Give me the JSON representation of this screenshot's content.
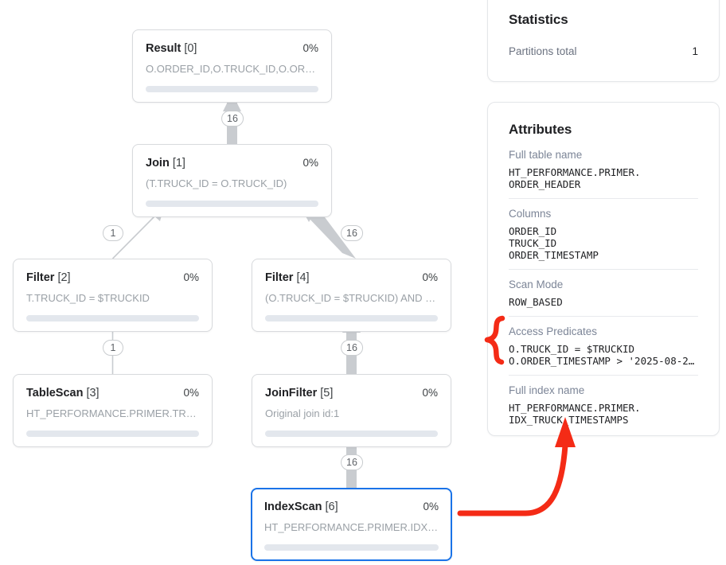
{
  "graph": {
    "nodes": [
      {
        "id": "result",
        "title": "Result",
        "index": "[0]",
        "pct": "0%",
        "sub": "O.ORDER_ID,O.TRUCK_ID,O.ORDER_TIM…",
        "selected": false
      },
      {
        "id": "join",
        "title": "Join",
        "index": "[1]",
        "pct": "0%",
        "sub": "(T.TRUCK_ID = O.TRUCK_ID)",
        "selected": false
      },
      {
        "id": "filter2",
        "title": "Filter",
        "index": "[2]",
        "pct": "0%",
        "sub": "T.TRUCK_ID = $TRUCKID",
        "selected": false
      },
      {
        "id": "filter4",
        "title": "Filter",
        "index": "[4]",
        "pct": "0%",
        "sub": "(O.TRUCK_ID = $TRUCKID) AND (O.ORD…",
        "selected": false
      },
      {
        "id": "tablescan",
        "title": "TableScan",
        "index": "[3]",
        "pct": "0%",
        "sub": "HT_PERFORMANCE.PRIMER.TRUCK",
        "selected": false
      },
      {
        "id": "joinfilter",
        "title": "JoinFilter",
        "index": "[5]",
        "pct": "0%",
        "sub": "Original join id:1",
        "selected": false
      },
      {
        "id": "indexscan",
        "title": "IndexScan",
        "index": "[6]",
        "pct": "0%",
        "sub": "HT_PERFORMANCE.PRIMER.IDX_TRUCK…",
        "selected": true
      }
    ],
    "edge_labels": [
      {
        "id": "e-join-result",
        "value": "16"
      },
      {
        "id": "e-filter2-join",
        "value": "1"
      },
      {
        "id": "e-filter4-join",
        "value": "16"
      },
      {
        "id": "e-tablescan-filter2",
        "value": "1"
      },
      {
        "id": "e-joinfilter-filter4",
        "value": "16"
      },
      {
        "id": "e-indexscan-joinfilter",
        "value": "16"
      }
    ]
  },
  "sidebar": {
    "statistics": {
      "title": "Statistics",
      "rows": [
        {
          "label": "Partitions total",
          "value": "1"
        }
      ]
    },
    "attributes": {
      "title": "Attributes",
      "items": [
        {
          "label": "Full table name",
          "value": "HT_PERFORMANCE.PRIMER.\nORDER_HEADER"
        },
        {
          "label": "Columns",
          "value": "ORDER_ID\nTRUCK_ID\nORDER_TIMESTAMP"
        },
        {
          "label": "Scan Mode",
          "value": "ROW_BASED"
        },
        {
          "label": "Access Predicates",
          "value": "O.TRUCK_ID = $TRUCKID\nO.ORDER_TIMESTAMP > '2025-08-2…"
        },
        {
          "label": "Full index name",
          "value": "HT_PERFORMANCE.PRIMER.\nIDX_TRUCK_TIMESTAMPS"
        }
      ]
    }
  },
  "annotations": {
    "brace_target": "Access Predicates",
    "arrow_from": "IndexScan [6] node",
    "arrow_to": "Full index name value",
    "color": "#f42b16"
  },
  "colors": {
    "accent": "#1a73e8",
    "annotation": "#f42b16",
    "node_border": "#d8dadd",
    "edge": "#c4c7ca",
    "bar": "#e3e7ed"
  }
}
